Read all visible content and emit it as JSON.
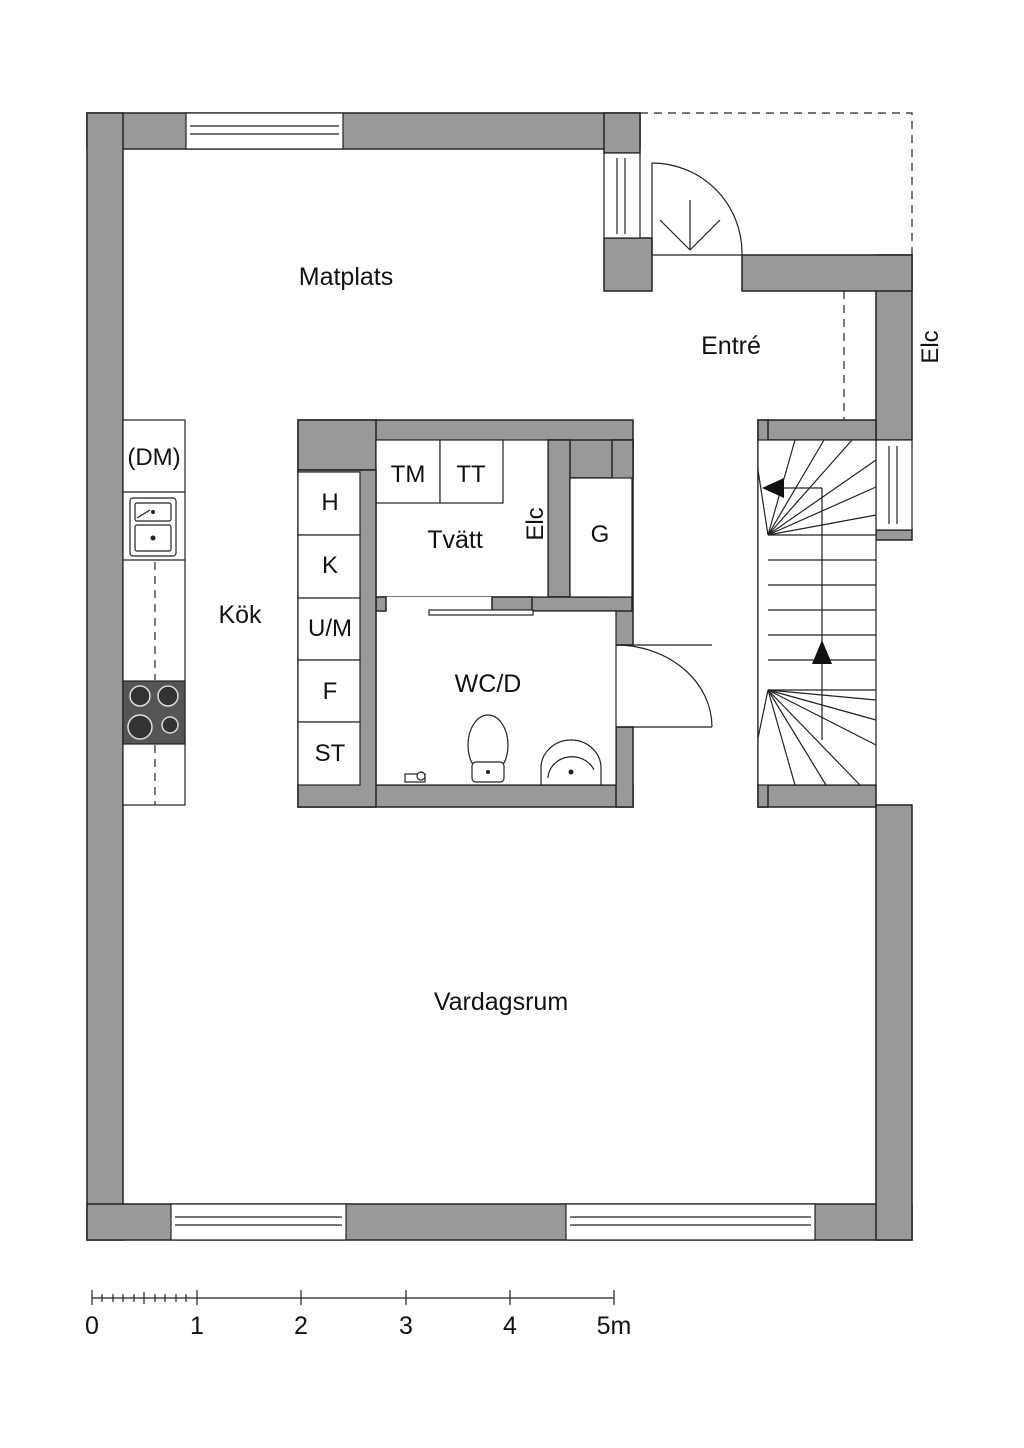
{
  "rooms": {
    "matplats": "Matplats",
    "entre": "Entré",
    "kok": "Kök",
    "tvatt": "Tvätt",
    "wcd": "WC/D",
    "vardagsrum": "Vardagsrum"
  },
  "fixtures": {
    "dm": "(DM)",
    "tm": "TM",
    "tt": "TT",
    "elc_inner": "Elc",
    "elc_outer": "Elc",
    "g": "G",
    "h": "H",
    "k": "K",
    "um": "U/M",
    "f": "F",
    "st": "ST"
  },
  "scale": {
    "labels": [
      "0",
      "1",
      "2",
      "3",
      "4",
      "5m"
    ]
  }
}
